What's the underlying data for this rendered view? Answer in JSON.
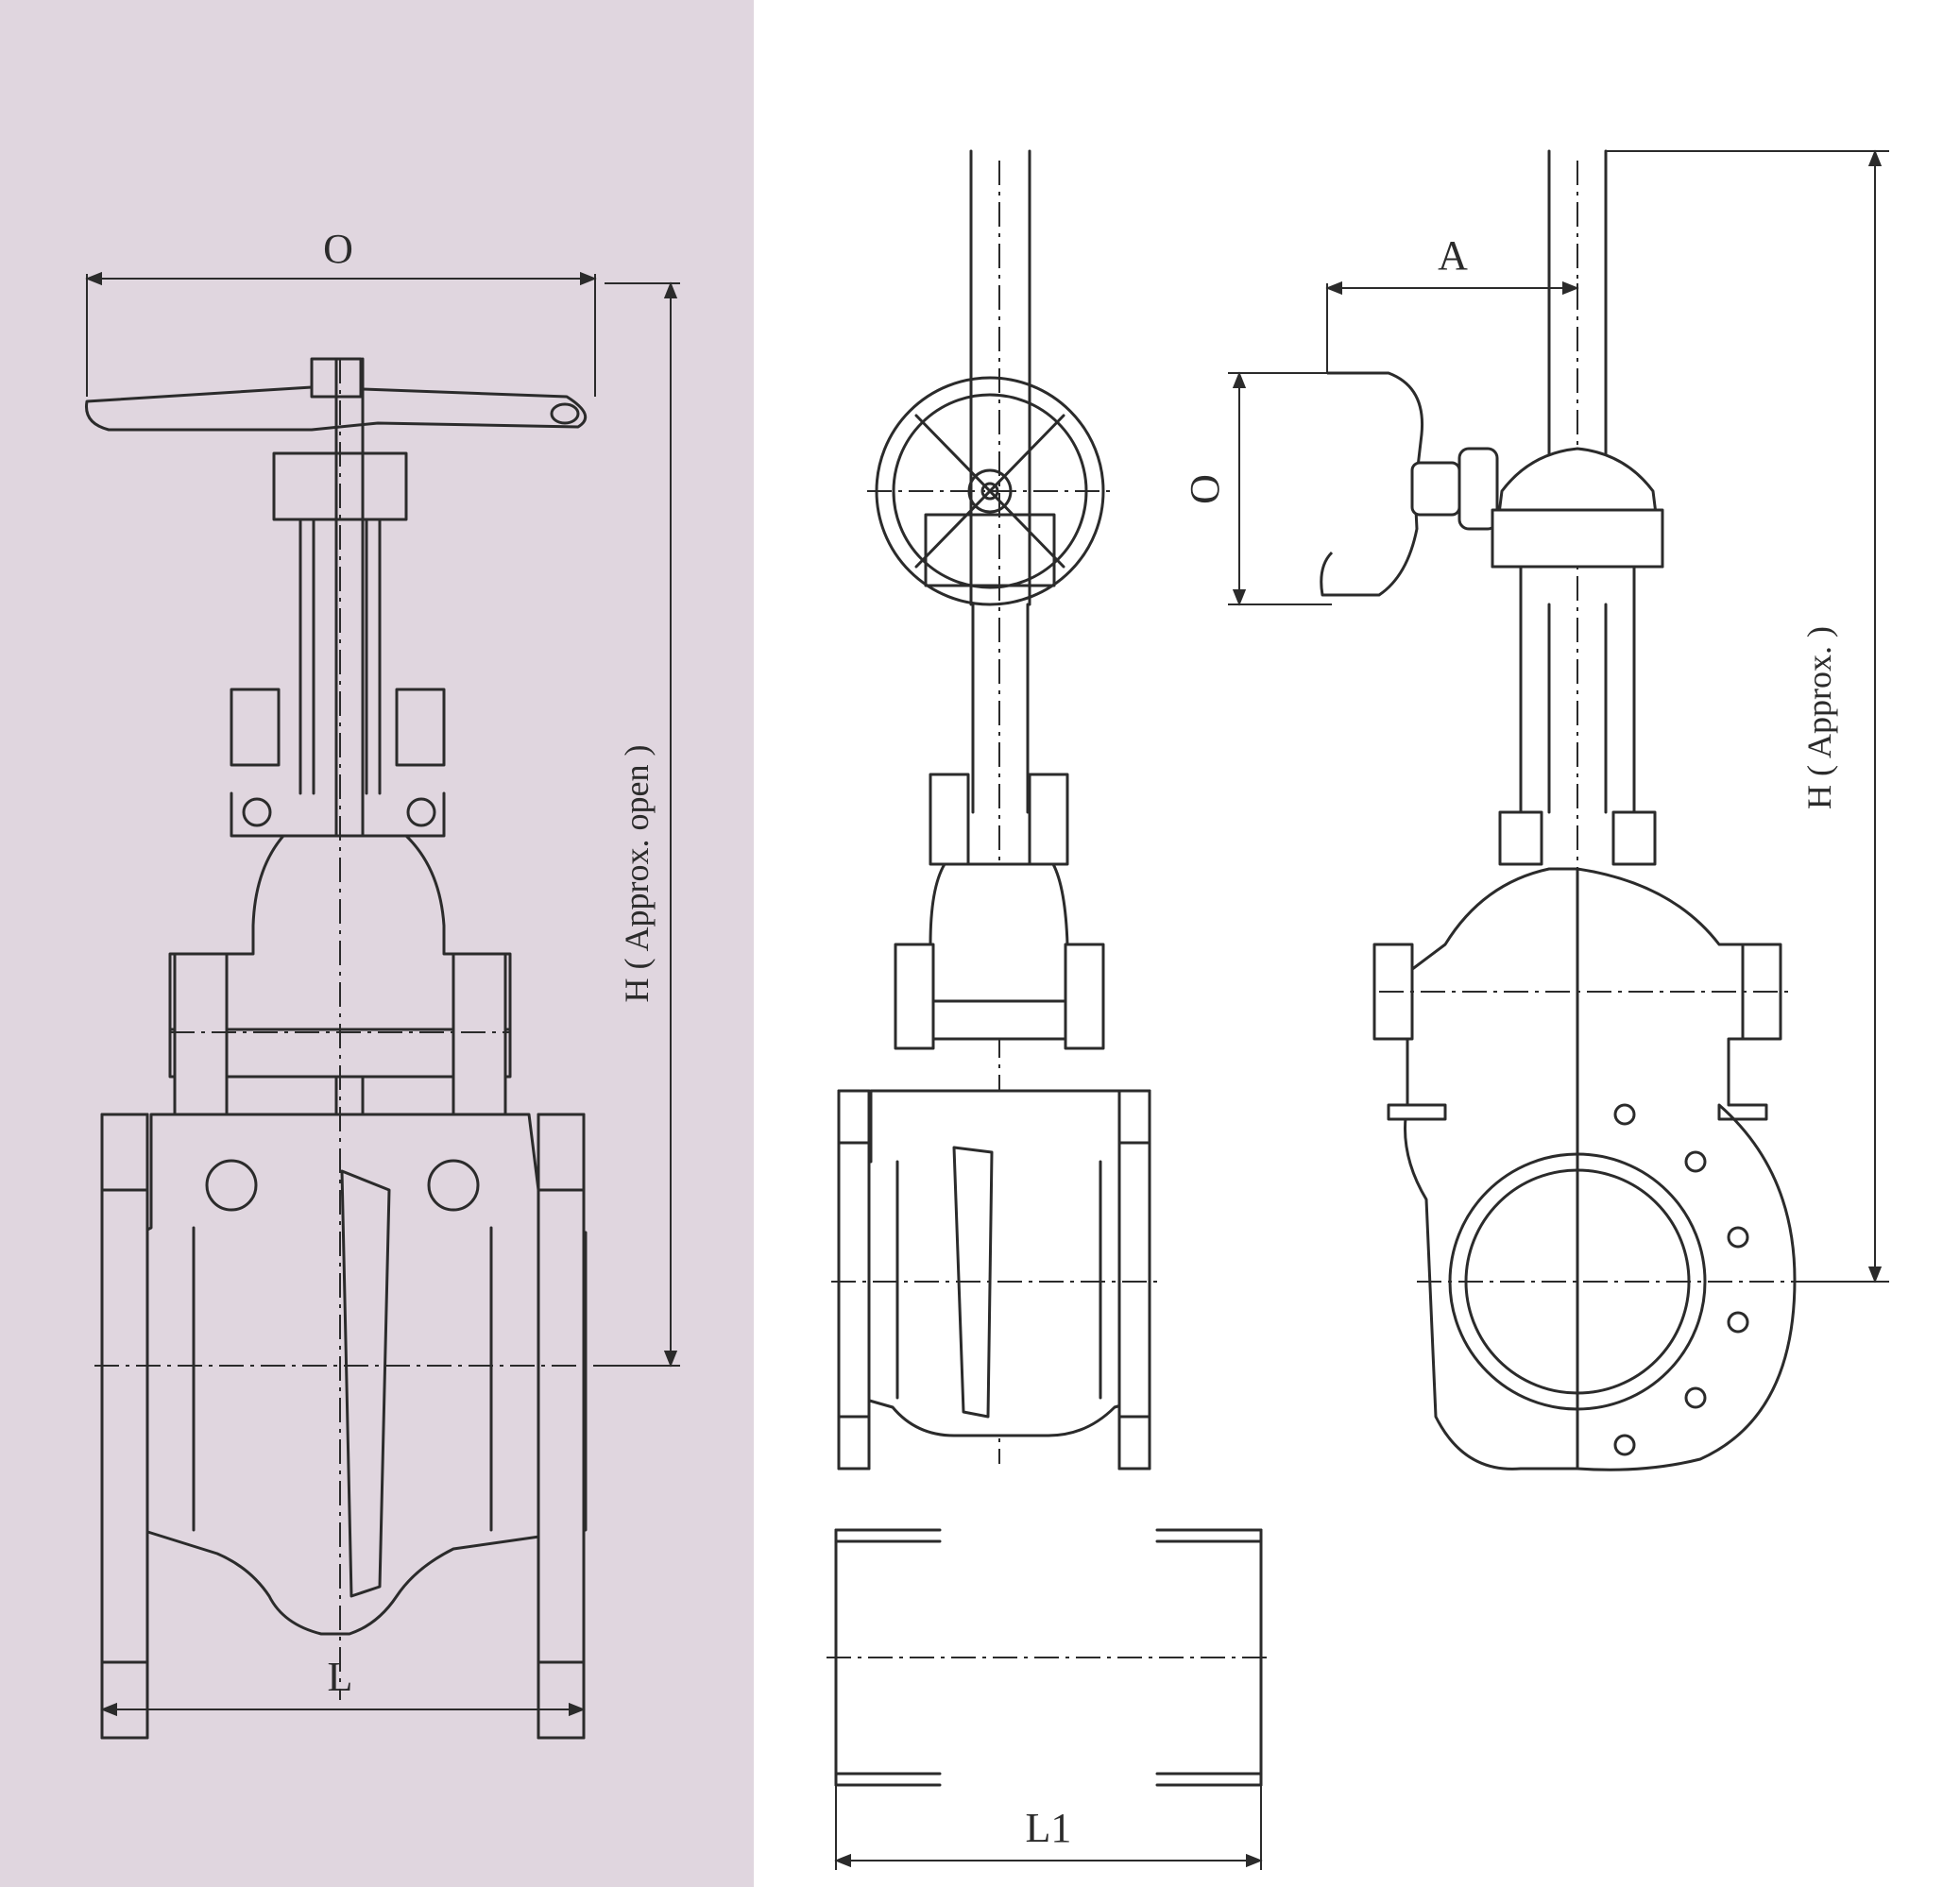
{
  "views": {
    "left": {
      "name": "handwheel-gate-valve",
      "labels": {
        "handwheel_diameter": "O",
        "length": "L",
        "height": "H ( Approx. open )"
      }
    },
    "middle": {
      "name": "gear-operated-gate-valve-front",
      "labels": {
        "length": "L1"
      }
    },
    "right": {
      "name": "gear-operated-gate-valve-side",
      "labels": {
        "offset": "A",
        "handwheel_diameter": "O",
        "height": "H ( Approx. )"
      }
    }
  },
  "colors": {
    "panel_background": "#e0d6df",
    "line": "#2b2b2b",
    "page_background": "#ffffff"
  }
}
